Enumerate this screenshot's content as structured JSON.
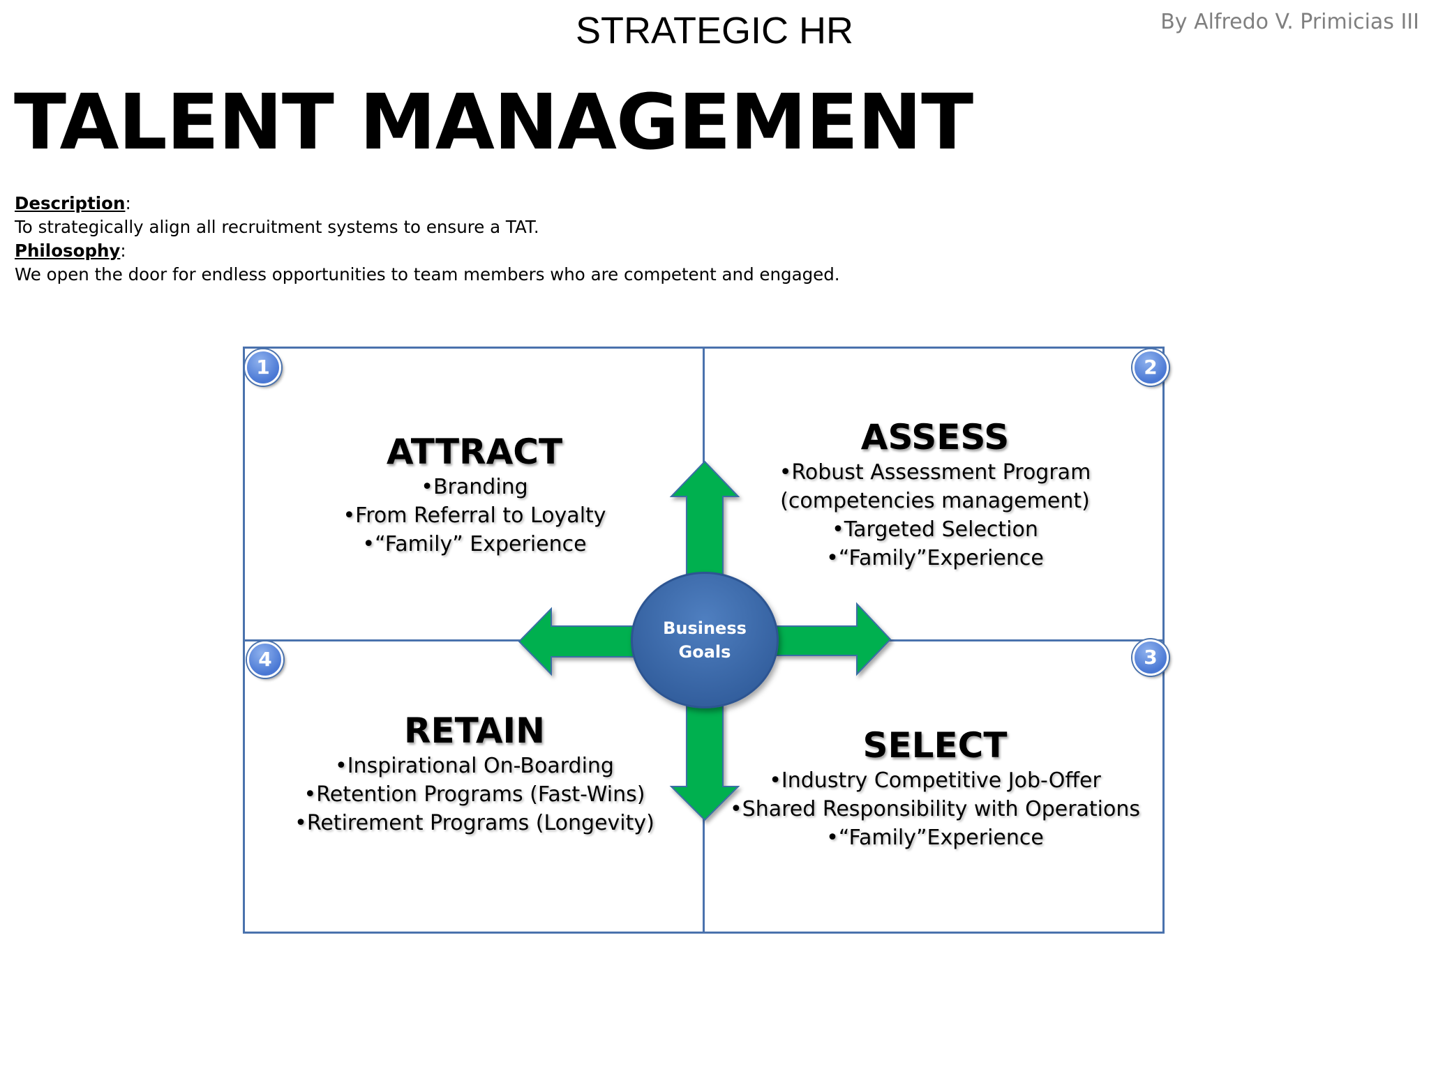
{
  "header": {
    "title": "STRATEGIC HR",
    "author": "By Alfredo V. Primicias III"
  },
  "main_title": "TALENT MANAGEMENT",
  "description": {
    "label": "Description",
    "text": "To strategically align all recruitment systems to ensure a TAT."
  },
  "philosophy": {
    "label": "Philosophy",
    "text": "We open the door for endless opportunities to team members who are competent and engaged."
  },
  "diagram": {
    "center": {
      "line1": "Business",
      "line2": "Goals"
    },
    "quadrants": {
      "attract": {
        "number": "1",
        "title": "ATTRACT",
        "items": [
          "•Branding",
          "•From Referral to Loyalty",
          "•“Family” Experience"
        ]
      },
      "assess": {
        "number": "2",
        "title": "ASSESS",
        "items": [
          "•Robust Assessment Program",
          "(competencies management)",
          "•Targeted Selection",
          "•“Family”Experience"
        ]
      },
      "select": {
        "number": "3",
        "title": "SELECT",
        "items": [
          "•Industry Competitive Job-Offer",
          "•Shared Responsibility with Operations",
          "•“Family”Experience"
        ]
      },
      "retain": {
        "number": "4",
        "title": "RETAIN",
        "items": [
          "•Inspirational On-Boarding",
          "•Retention Programs (Fast-Wins)",
          "•Retirement Programs (Longevity)"
        ]
      }
    },
    "colors": {
      "border": "#4a72ad",
      "arrow": "#00b050",
      "circle": "#335f9e",
      "badge": "#4a78d4"
    }
  }
}
